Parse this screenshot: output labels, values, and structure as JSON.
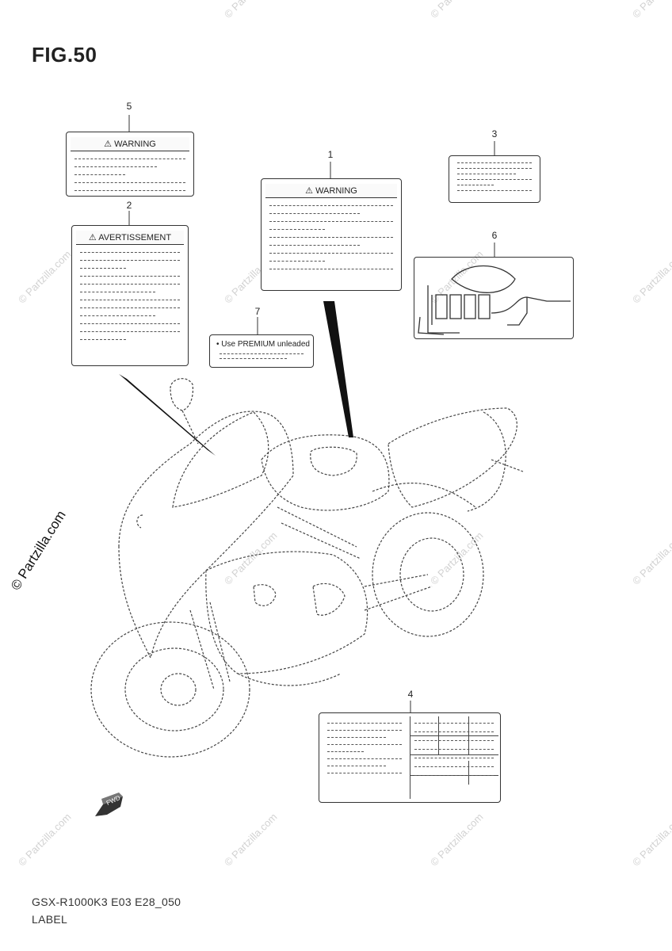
{
  "figure": {
    "title": "FIG.50",
    "model_code": "GSX-R1000K3 E03 E28_050",
    "section": "LABEL"
  },
  "labels": {
    "warning_small": {
      "callout": "5",
      "heading": "⚠ WARNING"
    },
    "avertissement": {
      "callout": "2",
      "heading": "⚠ AVERTISSEMENT"
    },
    "warning_main": {
      "callout": "1",
      "heading": "⚠ WARNING"
    },
    "info_plate": {
      "callout": "3"
    },
    "vacuum_diagram": {
      "callout": "6"
    },
    "premium_fuel": {
      "callout": "7",
      "text": "• Use PREMIUM unleaded"
    },
    "spec_table": {
      "callout": "4"
    }
  },
  "watermark": {
    "text": "© Partzilla.com",
    "side_text": "© Partzilla.com"
  },
  "fwd_arrow": {
    "text": "FWD"
  }
}
